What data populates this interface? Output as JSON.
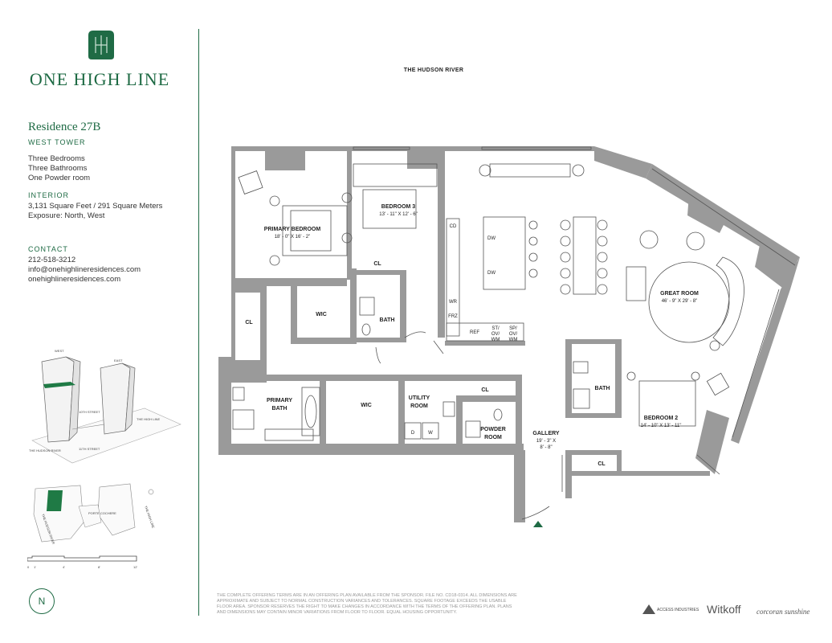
{
  "brand": {
    "name": "ONE HIGH LINE",
    "monogram": "IHI"
  },
  "residence": {
    "title": "Residence 27B",
    "tower": "WEST TOWER",
    "bedrooms": "Three Bedrooms",
    "bathrooms": "Three Bathrooms",
    "powder": "One Powder room"
  },
  "interior": {
    "label": "INTERIOR",
    "area": "3,131 Square Feet / 291 Square Meters",
    "exposure": "Exposure: North, West"
  },
  "contact": {
    "label": "CONTACT",
    "phone": "212-518-3212",
    "email": "info@onehighlineresidences.com",
    "website": "onehighlineresidences.com"
  },
  "keyplan": {
    "west": "WEST",
    "east": "EAST",
    "street10": "10TH STREET",
    "street11": "11TH STREET",
    "highline": "THE HIGH LINE",
    "river": "THE HUDSON RIVER",
    "porte": "PORTE COCHERE",
    "map_highline": "THE HIGH LINE",
    "map_river": "THE HUDSON RIVER"
  },
  "scale": {
    "labels": [
      "0",
      "1'",
      "4'",
      "8'",
      "12'"
    ]
  },
  "compass": {
    "letter": "N"
  },
  "floorplan": {
    "river_label": "THE HUDSON RIVER",
    "rooms": {
      "primary_bedroom": {
        "name": "PRIMARY BEDROOM",
        "dims": "18' - 0\" X 16' - 2\""
      },
      "bedroom3": {
        "name": "BEDROOM 3",
        "dims": "13' - 11\" X 12' - 6\""
      },
      "great_room": {
        "name": "GREAT ROOM",
        "dims": "46' - 9\" X 29' - 8\""
      },
      "bedroom2": {
        "name": "BEDROOM 2",
        "dims": "14' - 10\" X 13' - 11\""
      },
      "gallery": {
        "name": "GALLERY",
        "dims1": "19' - 3\" X",
        "dims2": "8' - 8\""
      },
      "wic1": "WIC",
      "wic2": "WIC",
      "bath1": "BATH",
      "bath2": "BATH",
      "primary_bath1": "PRIMARY",
      "primary_bath2": "BATH",
      "utility1": "UTILITY",
      "utility2": "ROOM",
      "powder1": "POWDER",
      "powder2": "ROOM",
      "cl": "CL",
      "cd": "CD",
      "dw": "DW",
      "wr": "WR",
      "frz": "FRZ",
      "ref": "REF",
      "st1": "ST/",
      "st2": "OV/",
      "st3": "WM",
      "sp1": "SP/",
      "sp2": "OV/",
      "sp3": "WM",
      "d": "D",
      "w": "W"
    }
  },
  "disclaimer": "THE COMPLETE OFFERING TERMS ARE IN AN OFFERING PLAN AVAILABLE FROM THE SPONSOR. FILE NO. CD18-0314. ALL DIMENSIONS ARE APPROXIMATE AND SUBJECT TO NORMAL CONSTRUCTION VARIANCES AND TOLERANCES. SQUARE FOOTAGE EXCEEDS THE USABLE FLOOR AREA. SPONSOR RESERVES THE RIGHT TO MAKE CHANGES IN ACCORDANCE WITH THE TERMS OF THE OFFERING PLAN. PLANS AND DIMENSIONS MAY CONTAIN MINOR VARIATIONS FROM FLOOR TO FLOOR. EQUAL HOUSING OPPORTUNITY.",
  "footer": {
    "access": "ACCESS INDUSTRIES",
    "witkoff": "Witkoff",
    "corcoran": "corcoran sunshine"
  },
  "colors": {
    "brand_green": "#1f6b45",
    "wall_gray": "#9a9a9a",
    "key_green": "#1f7a45"
  }
}
